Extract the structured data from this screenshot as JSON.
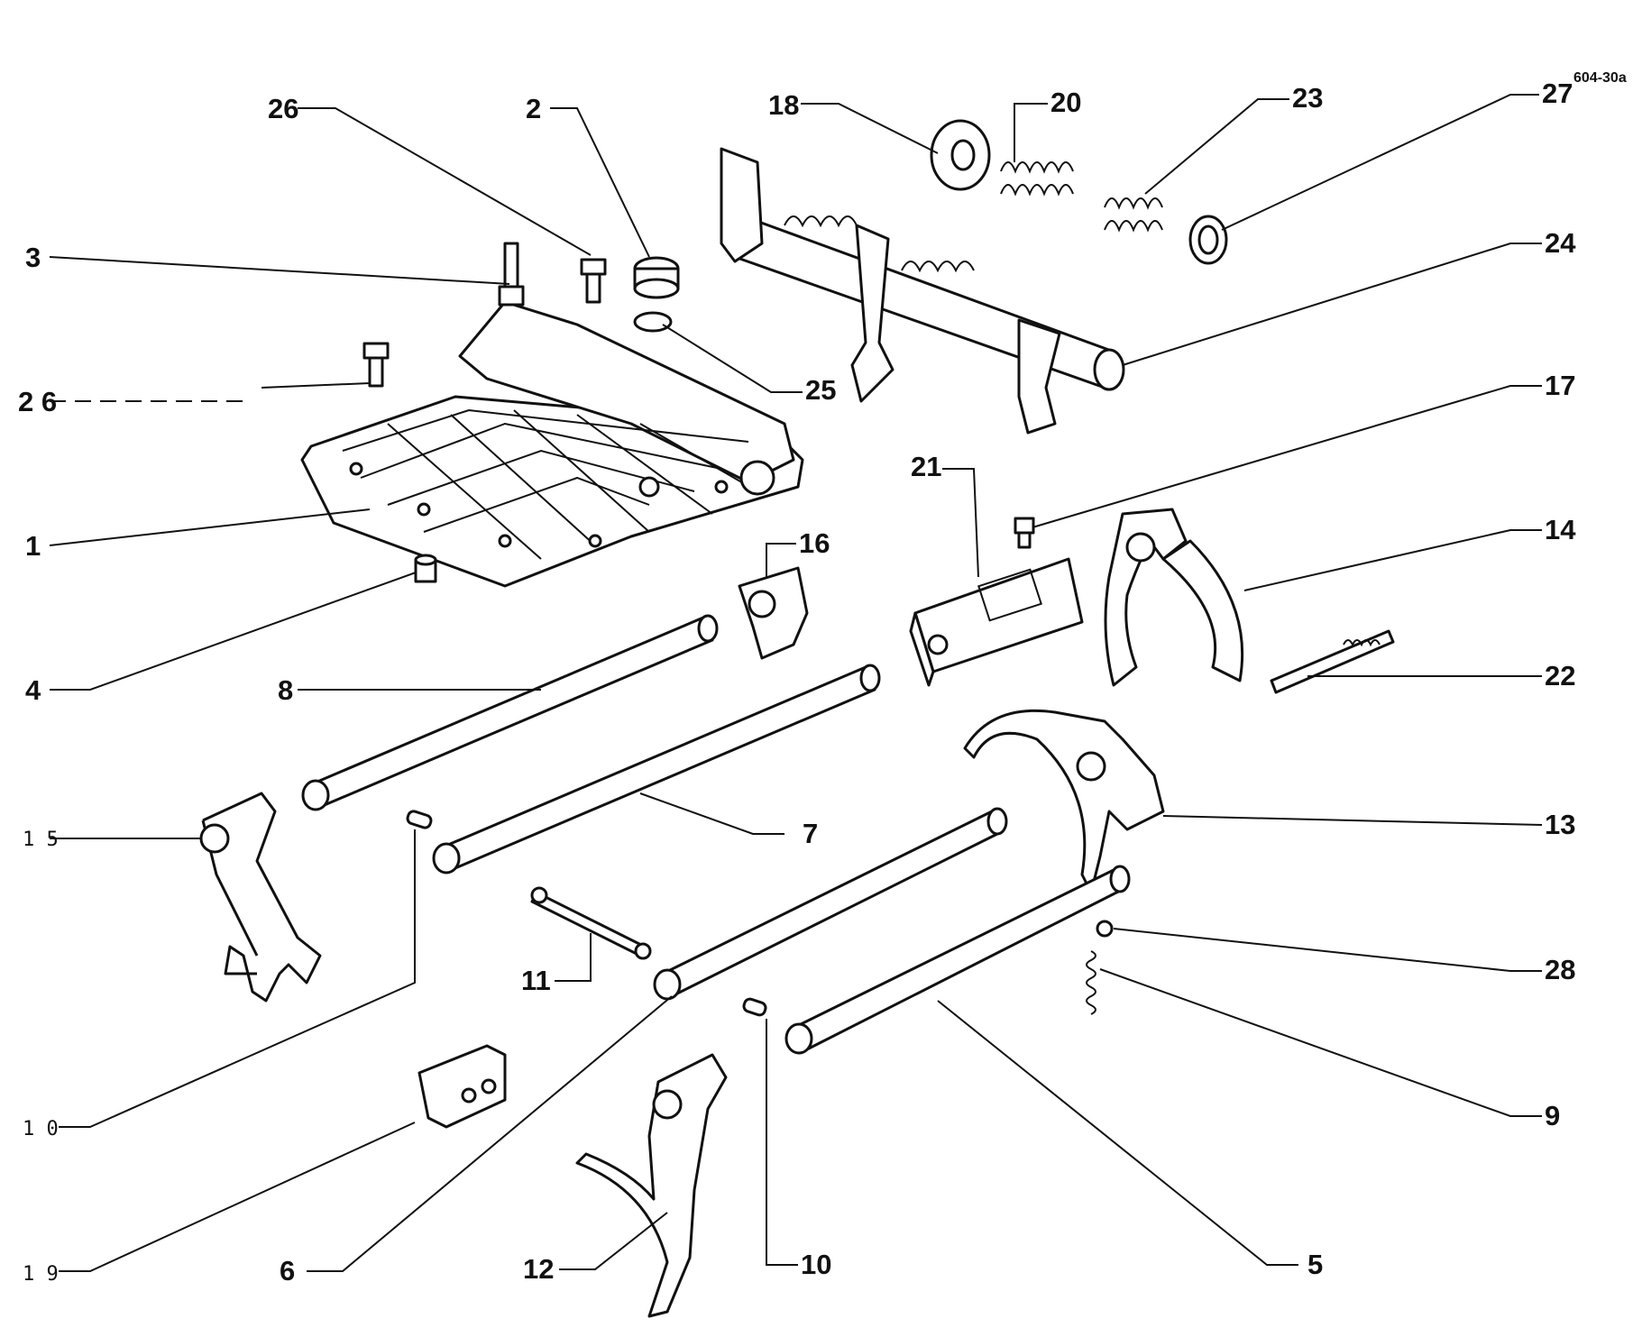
{
  "diagram_ref": "604-30a",
  "labels": [
    {
      "id": "L26a",
      "text": "26"
    },
    {
      "id": "L2",
      "text": "2"
    },
    {
      "id": "L18",
      "text": "18"
    },
    {
      "id": "L20",
      "text": "20"
    },
    {
      "id": "L23",
      "text": "23"
    },
    {
      "id": "L27",
      "text": "27"
    },
    {
      "id": "L3",
      "text": "3"
    },
    {
      "id": "L24",
      "text": "24"
    },
    {
      "id": "L26b",
      "text": "2 6"
    },
    {
      "id": "L25",
      "text": "25"
    },
    {
      "id": "L17",
      "text": "17"
    },
    {
      "id": "L21",
      "text": "21"
    },
    {
      "id": "L1",
      "text": "1"
    },
    {
      "id": "L14",
      "text": "14"
    },
    {
      "id": "L16",
      "text": "16"
    },
    {
      "id": "L4",
      "text": "4"
    },
    {
      "id": "L8",
      "text": "8"
    },
    {
      "id": "L22",
      "text": "22"
    },
    {
      "id": "L15",
      "text": "1 5"
    },
    {
      "id": "L7",
      "text": "7"
    },
    {
      "id": "L13",
      "text": "13"
    },
    {
      "id": "L11",
      "text": "11"
    },
    {
      "id": "L28",
      "text": "28"
    },
    {
      "id": "L10a",
      "text": "1 0"
    },
    {
      "id": "L9",
      "text": "9"
    },
    {
      "id": "L19",
      "text": "1 9"
    },
    {
      "id": "L6",
      "text": "6"
    },
    {
      "id": "L12",
      "text": "12"
    },
    {
      "id": "L10b",
      "text": "10"
    },
    {
      "id": "L5",
      "text": "5"
    }
  ]
}
